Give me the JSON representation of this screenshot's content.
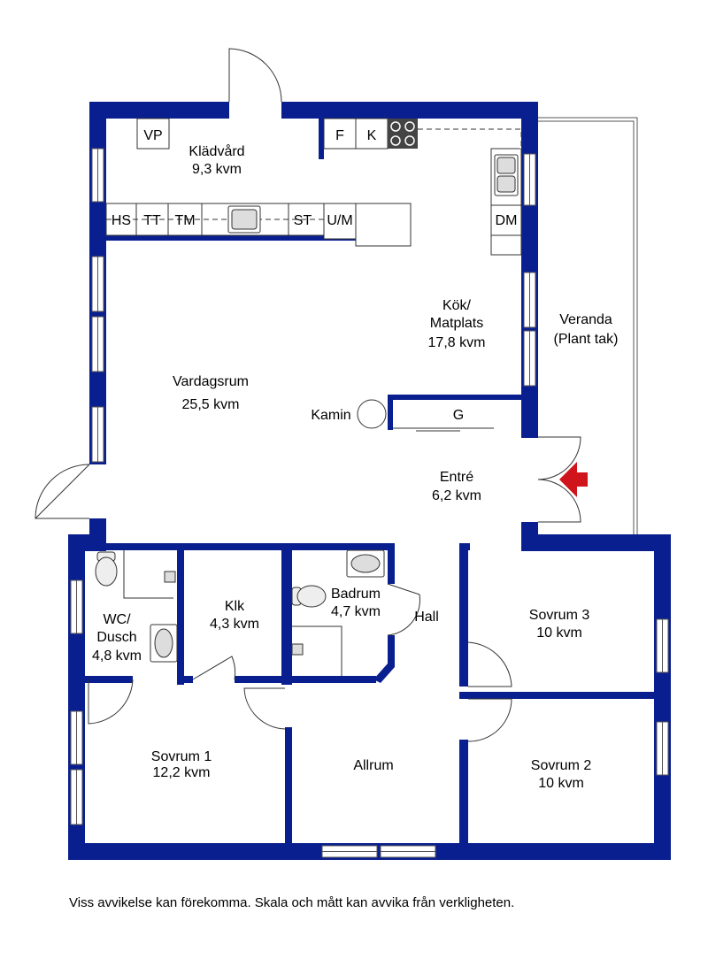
{
  "rooms": {
    "kladvard": {
      "name": "Klädvård",
      "area": "9,3 kvm"
    },
    "kok": {
      "name_line1": "Kök/",
      "name_line2": "Matplats",
      "area": "17,8 kvm"
    },
    "veranda": {
      "name_line1": "Veranda",
      "name_line2": "(Plant tak)"
    },
    "vardagsrum": {
      "name": "Vardagsrum",
      "area": "25,5 kvm"
    },
    "entre": {
      "name": "Entré",
      "area": "6,2 kvm"
    },
    "wc": {
      "name_line1": "WC/",
      "name_line2": "Dusch",
      "area": "4,8 kvm"
    },
    "klk": {
      "name": "Klk",
      "area": "4,3 kvm"
    },
    "badrum": {
      "name": "Badrum",
      "area": "4,7 kvm"
    },
    "hall": {
      "name": "Hall"
    },
    "sovrum3": {
      "name": "Sovrum 3",
      "area": "10 kvm"
    },
    "sovrum1": {
      "name": "Sovrum 1",
      "area": "12,2 kvm"
    },
    "allrum": {
      "name": "Allrum"
    },
    "sovrum2": {
      "name": "Sovrum 2",
      "area": "10 kvm"
    }
  },
  "fixtures": {
    "vp": "VP",
    "f": "F",
    "k": "K",
    "hs": "HS",
    "tt": "TT",
    "tm": "TM",
    "st": "ST",
    "um": "U/M",
    "dm": "DM",
    "kamin": "Kamin",
    "g": "G"
  },
  "disclaimer": "Viss avvikelse kan förekomma. Skala och mått kan avvika från verkligheten.",
  "colors": {
    "wall": "#0a1f8f",
    "entrance_arrow": "#d0141c"
  }
}
